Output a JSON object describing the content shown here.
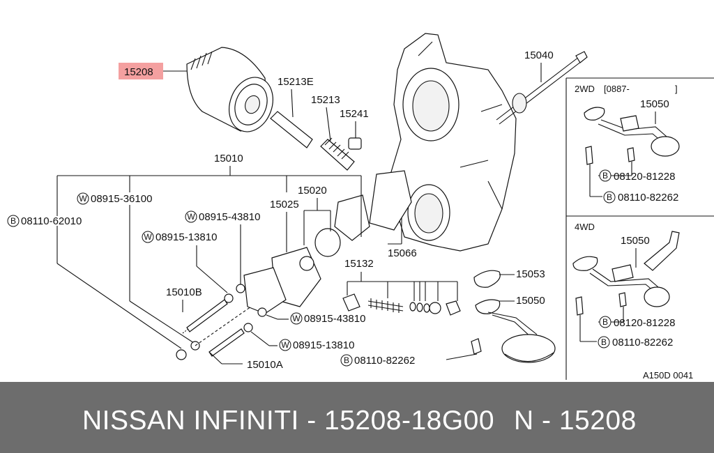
{
  "highlight_color": "#f4a0a0",
  "footer": {
    "title": "NISSAN INFINITI - 15208-18G00",
    "code": "N - 15208",
    "background": "#6d6d6d"
  },
  "labels": {
    "p15208": "15208",
    "p15213E": "15213E",
    "p15213": "15213",
    "p15241": "15241",
    "p15040": "15040",
    "p15010": "15010",
    "p15020": "15020",
    "p15025": "15025",
    "p15066": "15066",
    "p15132": "15132",
    "p15053": "15053",
    "p15050": "15050",
    "p15010B": "15010B",
    "p15010A": "15010A",
    "w36100": "08915-36100",
    "w43810a": "08915-43810",
    "w13810a": "08915-13810",
    "w43810b": "08915-43810",
    "w13810b": "08915-13810",
    "b62010": "08110-62010",
    "b82262": "08110-82262",
    "code": "A150D 0041"
  },
  "inset_2wd": {
    "title": "2WD",
    "range": "[0887-",
    "range_end": "]",
    "part": "15050",
    "b81228": "08120-81228",
    "b82262": "08110-82262"
  },
  "inset_4wd": {
    "title": "4WD",
    "part": "15050",
    "b81228": "08120-81228",
    "b82262": "08110-82262"
  },
  "symbols": {
    "washer": "W",
    "bolt": "B"
  }
}
